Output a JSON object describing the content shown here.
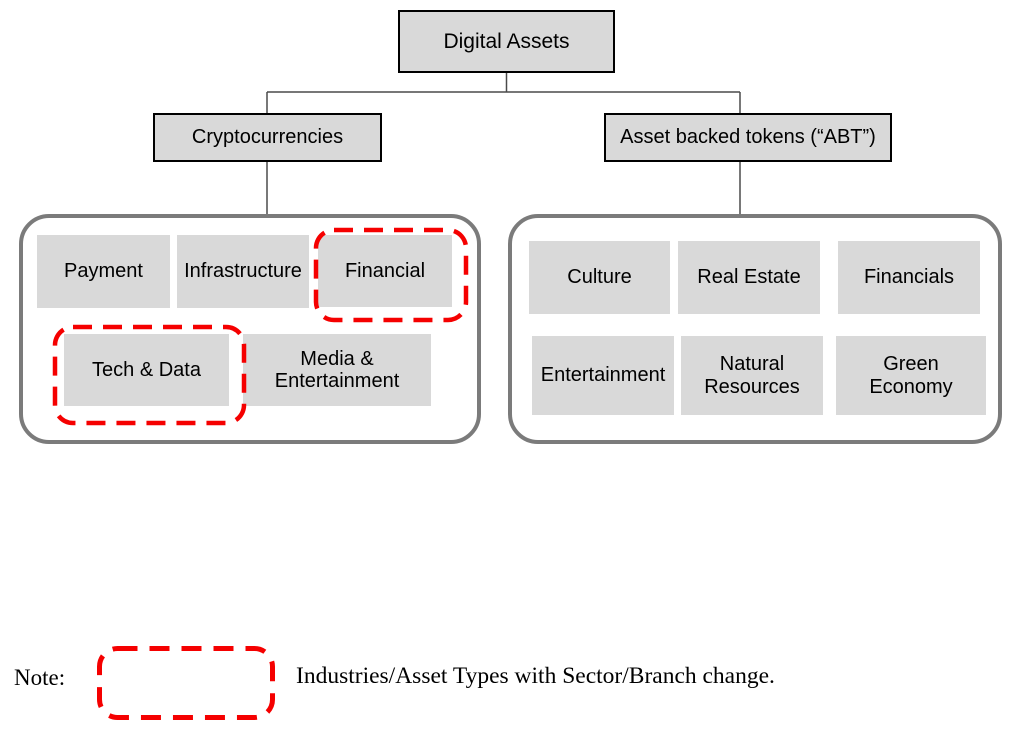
{
  "colors": {
    "box-fill": "#d9d9d9",
    "box-border": "#000000",
    "container-border": "#7b7b7b",
    "connector": "#4a4a4a",
    "highlight": "#f50000",
    "text": "#000000"
  },
  "diagram": {
    "root": {
      "label": "Digital Assets"
    },
    "branches": [
      {
        "label": "Cryptocurrencies",
        "items": [
          {
            "label": "Payment",
            "highlighted": false
          },
          {
            "label": "Infrastructure",
            "highlighted": false
          },
          {
            "label": "Financial",
            "highlighted": true
          },
          {
            "label": "Tech & Data",
            "highlighted": true
          },
          {
            "label": "Media &\nEntertainment",
            "highlighted": false
          }
        ]
      },
      {
        "label": "Asset backed tokens (“ABT”)",
        "items": [
          {
            "label": "Culture",
            "highlighted": false
          },
          {
            "label": "Real Estate",
            "highlighted": false
          },
          {
            "label": "Financials",
            "highlighted": false
          },
          {
            "label": "Entertainment",
            "highlighted": false
          },
          {
            "label": "Natural\nResources",
            "highlighted": false
          },
          {
            "label": "Green\nEconomy",
            "highlighted": false
          }
        ]
      }
    ]
  },
  "note": {
    "prefix": "Note:",
    "legend_meaning": "Industries/Asset Types with Sector/Branch change."
  }
}
